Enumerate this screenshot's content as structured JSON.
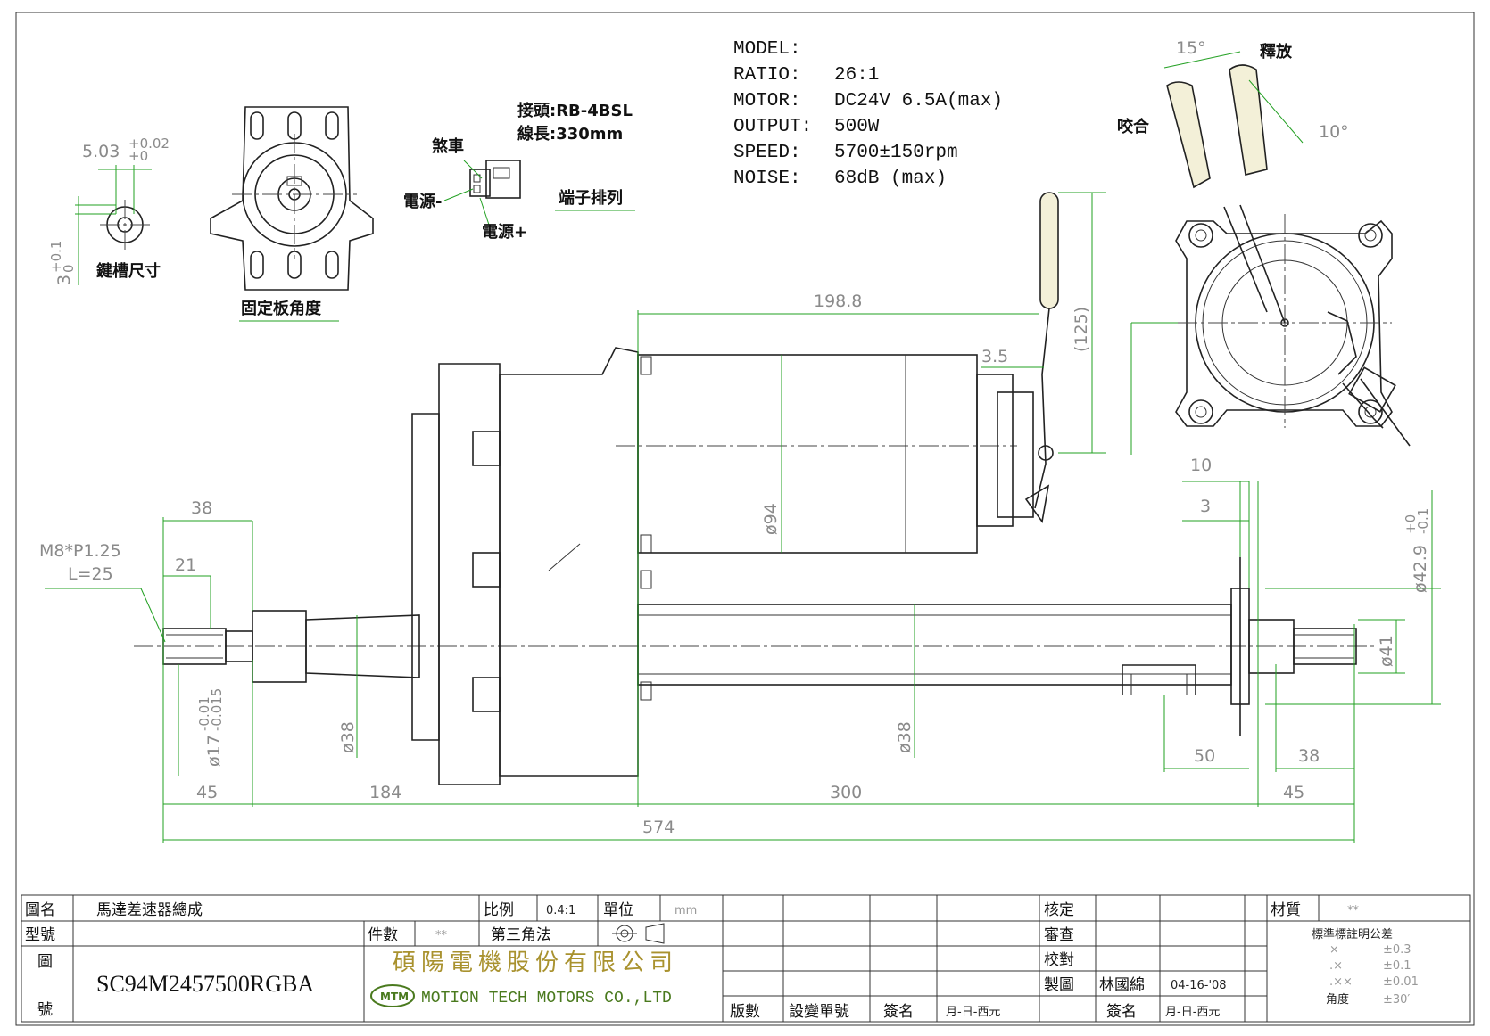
{
  "specs": {
    "model_label": "MODEL:",
    "ratio_label": "RATIO:",
    "ratio_value": "26:1",
    "motor_label": "MOTOR:",
    "motor_value": "DC24V   6.5A(max)",
    "output_label": "OUTPUT:",
    "output_value": "500W",
    "speed_label": "SPEED:",
    "speed_value": "5700±150rpm",
    "noise_label": "NOISE:",
    "noise_value": "68dB (max)"
  },
  "connector": {
    "plug": "接頭:RB-4BSL",
    "wire_length": "線長:330mm",
    "brake": "煞車",
    "power_neg": "電源-",
    "power_pos": "電源+",
    "terminal_layout": "端子排列"
  },
  "keyway": {
    "width": "5.03",
    "width_tol_upper": "+0.02",
    "width_tol_lower": "+0",
    "depth": "3",
    "depth_tol_upper": "+0.1",
    "depth_tol_lower": "0",
    "label": "鍵槽尺寸"
  },
  "plate_label": "固定板角度",
  "brake_lever": {
    "release": "釋放",
    "engage": "咬合",
    "angle_15": "15°",
    "angle_10": "10°"
  },
  "dimensions": {
    "d198_8": "198.8",
    "d3_5": "3.5",
    "d125": "(125)",
    "d94": "ø94",
    "d38_left": "38",
    "d21": "21",
    "thread": "M8*P1.25",
    "thread_len": "L=25",
    "d17": "ø17",
    "d17_tol": "-0.01\n-0.015",
    "d38_shaft": "ø38",
    "d38_tube": "ø38",
    "d45_left": "45",
    "d184": "184",
    "d300": "300",
    "d45_right": "45",
    "d574": "574",
    "d10": "10",
    "d3": "3",
    "d42_9": "ø42.9",
    "d42_9_tol": "+0\n-0.1",
    "d41": "ø41",
    "d50": "50",
    "d38_right": "38"
  },
  "title_block": {
    "name_label": "圖名",
    "name_value": "馬達差速器總成",
    "scale_label": "比例",
    "scale_value": "0.4:1",
    "unit_label": "單位",
    "unit_value": "mm",
    "model_label": "型號",
    "qty_label": "件數",
    "qty_value": "**",
    "projection": "第三角法",
    "drawno_label_1": "圖",
    "drawno_label_2": "號",
    "drawno_value": "SC94M2457500RGBA",
    "company_cn": "碩陽電機股份有限公司",
    "company_logo": "MTM",
    "company_en": "MOTION  TECH  MOTORS  CO.,LTD",
    "revision": "版數",
    "change_no": "設變單號",
    "sign": "簽名",
    "date_fmt": "月-日-西元",
    "approve": "核定",
    "review": "審查",
    "check": "校對",
    "drawn": "製圖",
    "drawn_by": "林國綿",
    "drawn_date": "04-16-'08",
    "sign2": "簽名",
    "date_fmt2": "月-日-西元",
    "material_label": "材質",
    "material_value": "**",
    "tolerance_title": "標準標註明公差",
    "tol_rows": [
      {
        "k": "×",
        "v": "±0.3"
      },
      {
        "k": ".×",
        "v": "±0.1"
      },
      {
        "k": ".××",
        "v": "±0.01"
      },
      {
        "k": "角度",
        "v": "±30′"
      }
    ]
  }
}
